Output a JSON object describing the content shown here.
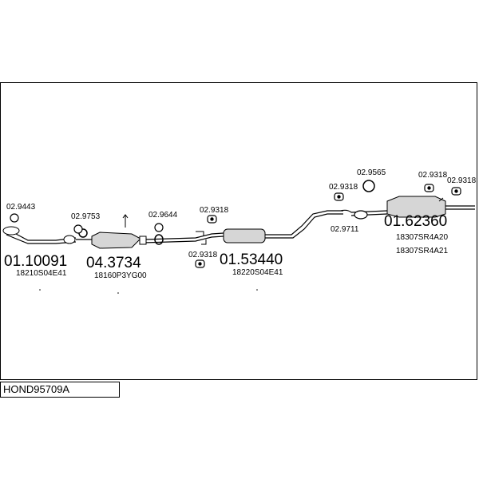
{
  "diagram_code": "HOND95709A",
  "parts": {
    "p1": {
      "number": "01.10091",
      "oem": "18210S04E41"
    },
    "p2": {
      "number": "04.3734",
      "oem": "18160P3YG00"
    },
    "p3": {
      "number": "01.53440",
      "oem": "18220S04E41"
    },
    "p4": {
      "number": "01.62360",
      "oem1": "18307SR4A20",
      "oem2": "18307SR4A21"
    }
  },
  "accessories": {
    "a9443": "02.9443",
    "a9753": "02.9753",
    "a9644": "02.9644",
    "a9318_top_mid": "02.9318",
    "a9318_bot_mid": "02.9318",
    "a9318_top_right1": "02.9318",
    "a9565": "02.9565",
    "a9318_top_right2": "02.9318",
    "a9318_top_right3": "02.9318",
    "a9711": "02.9711"
  },
  "colors": {
    "line": "#000000",
    "fill_part": "#d0d0d0",
    "background": "#ffffff"
  }
}
